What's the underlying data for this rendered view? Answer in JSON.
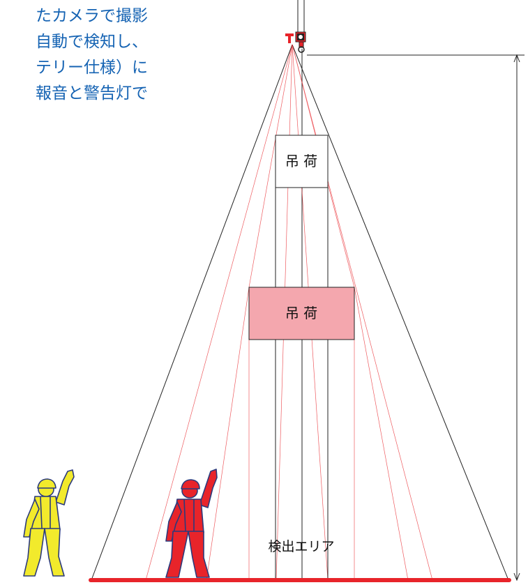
{
  "description": {
    "lines": [
      "たカメラで撮影",
      "自動で検知し、",
      "テリー仕様）に",
      "報音と警告灯で"
    ]
  },
  "diagram": {
    "load_upper_label": "吊 荷",
    "load_lower_label": "吊 荷",
    "detection_area_label": "検出エリア"
  },
  "colors": {
    "text_blue": "#1563b3",
    "detection_red": "#e8242a",
    "load_pink": "#f4a7ae",
    "worker_yellow": "#f2ea2c",
    "worker_outline": "#2b3a7c"
  },
  "icons": [
    "crane-hook-camera-icon",
    "worker-yellow-icon",
    "worker-red-icon"
  ]
}
